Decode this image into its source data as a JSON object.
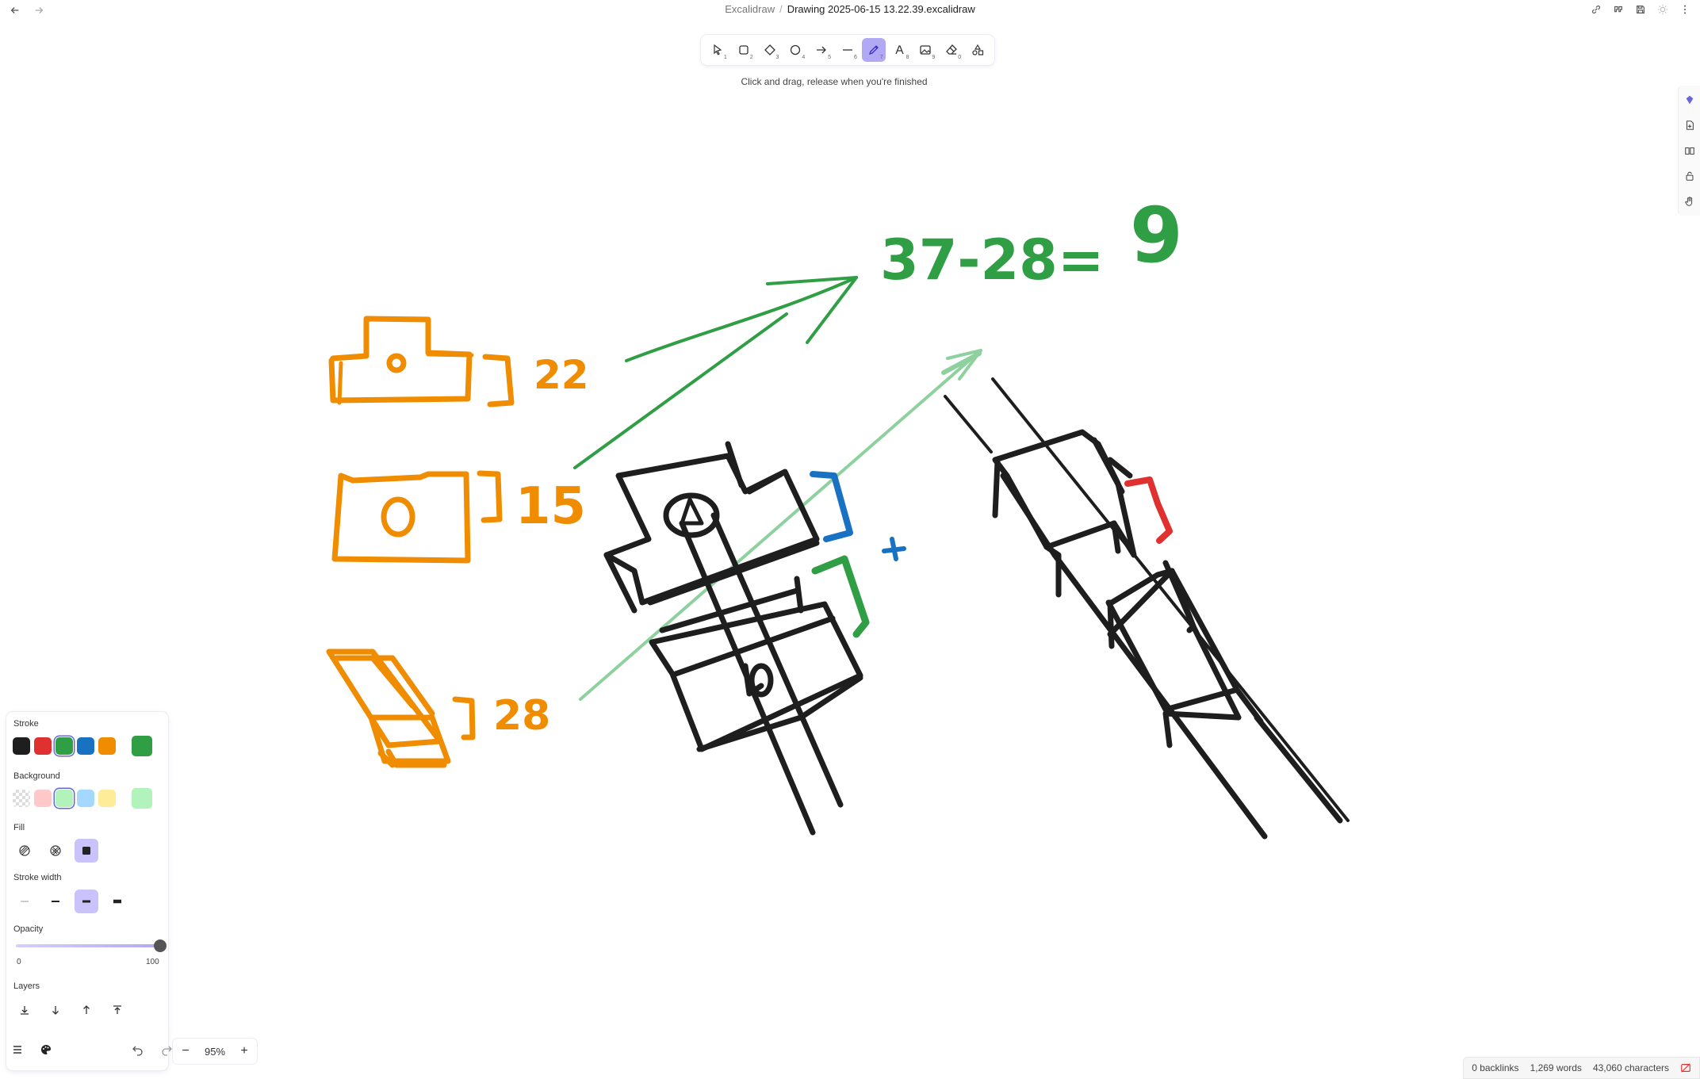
{
  "topbar": {
    "crumb": "Excalidraw",
    "separator": "/",
    "filename": "Drawing 2025-06-15 13.22.39.excalidraw"
  },
  "toolbar": {
    "tools": [
      {
        "name": "selection",
        "key": "1"
      },
      {
        "name": "rectangle",
        "key": "2"
      },
      {
        "name": "diamond",
        "key": "3"
      },
      {
        "name": "ellipse",
        "key": "4"
      },
      {
        "name": "arrow",
        "key": "5"
      },
      {
        "name": "line",
        "key": "6"
      },
      {
        "name": "draw",
        "key": "7",
        "active": true
      },
      {
        "name": "text",
        "key": "8"
      },
      {
        "name": "image",
        "key": "9"
      },
      {
        "name": "eraser",
        "key": "0"
      },
      {
        "name": "more-tools",
        "key": ""
      }
    ],
    "hint": "Click and drag, release when you're finished"
  },
  "canvas_text": {
    "equation": "37-28=",
    "answer": "9",
    "label_22": "22",
    "label_15": "15",
    "label_28": "28"
  },
  "props": {
    "stroke_label": "Stroke",
    "stroke_colors": [
      "#1e1e1e",
      "#e03131",
      "#2f9e44",
      "#1971c2",
      "#f08c00"
    ],
    "stroke_selected": "#2f9e44",
    "background_label": "Background",
    "background_colors": [
      "transparent",
      "#ffc9c9",
      "#b2f2bb",
      "#a5d8ff",
      "#ffec99"
    ],
    "background_selected": "#b2f2bb",
    "fill_label": "Fill",
    "stroke_width_label": "Stroke width",
    "opacity_label": "Opacity",
    "opacity_min": "0",
    "opacity_max": "100",
    "opacity_value": 100,
    "layers_label": "Layers"
  },
  "zoom": {
    "minus": "−",
    "value": "95%",
    "plus": "+"
  },
  "status": {
    "backlinks": "0 backlinks",
    "words": "1,269 words",
    "characters": "43,060 characters"
  },
  "colors": {
    "orange": "#f08c00",
    "green": "#2f9e44",
    "light_green": "#8fd19e",
    "blue": "#1971c2",
    "red": "#e03131",
    "black": "#1e1e1e",
    "accent": "#6965db"
  }
}
